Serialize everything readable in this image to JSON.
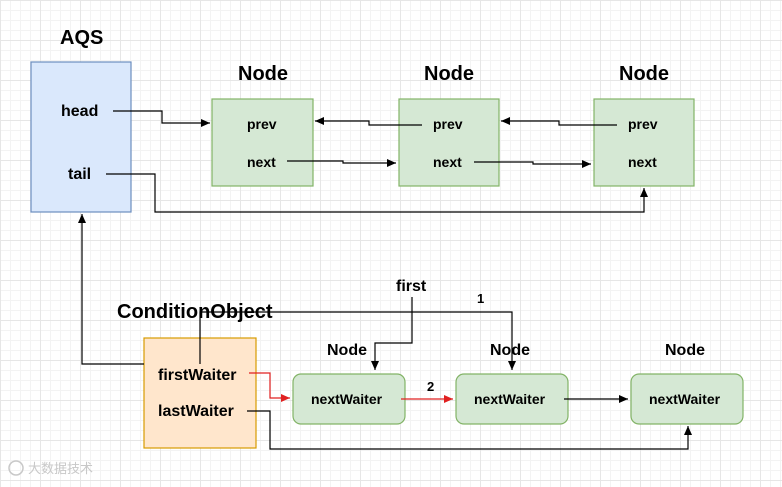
{
  "aqs": {
    "title": "AQS",
    "head": "head",
    "tail": "tail"
  },
  "nodes": [
    {
      "title": "Node",
      "prev": "prev",
      "next": "next"
    },
    {
      "title": "Node",
      "prev": "prev",
      "next": "next"
    },
    {
      "title": "Node",
      "prev": "prev",
      "next": "next"
    }
  ],
  "condition": {
    "title": "ConditionObject",
    "first_waiter": "firstWaiter",
    "last_waiter": "lastWaiter"
  },
  "waiters": [
    {
      "title": "",
      "field": "nextWaiter"
    },
    {
      "title": "Node",
      "field": "nextWaiter"
    },
    {
      "title": "Node",
      "field": "nextWaiter"
    }
  ],
  "waiter0_title": "Node",
  "labels": {
    "first": "first",
    "step1": "1",
    "step2": "2"
  },
  "watermark": "大数据技术",
  "colors": {
    "aqs_fill": "#dae8fc",
    "aqs_stroke": "#6c8ebf",
    "node_fill": "#d5e8d4",
    "node_stroke": "#82b366",
    "cond_fill": "#ffe6cc",
    "cond_stroke": "#d79b00",
    "red_arrow": "#e02020"
  }
}
